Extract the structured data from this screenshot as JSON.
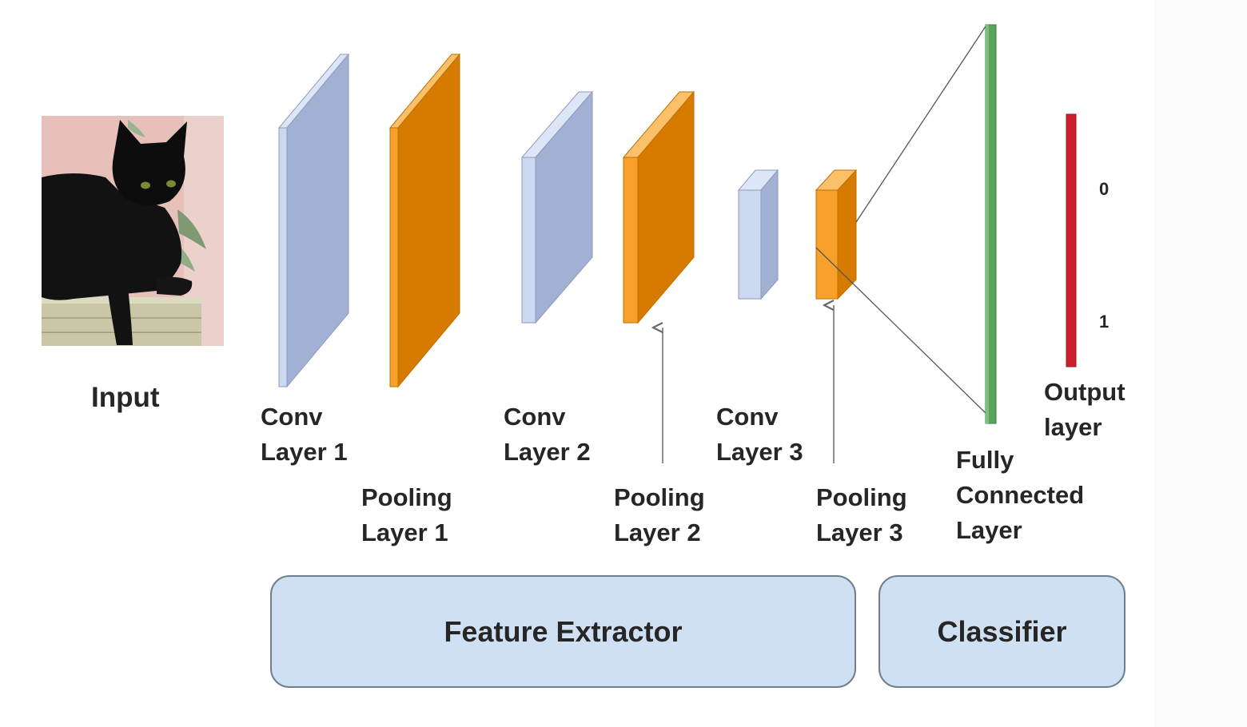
{
  "input": {
    "label": "Input"
  },
  "layers": {
    "conv1": {
      "line1": "Conv",
      "line2": "Layer 1"
    },
    "pool1": {
      "line1": "Pooling",
      "line2": "Layer 1"
    },
    "conv2": {
      "line1": "Conv",
      "line2": "Layer 2"
    },
    "pool2": {
      "line1": "Pooling",
      "line2": "Layer 2"
    },
    "conv3": {
      "line1": "Conv",
      "line2": "Layer 3"
    },
    "pool3": {
      "line1": "Pooling",
      "line2": "Layer 3"
    },
    "fc": {
      "line1": "Fully",
      "line2": "Connected",
      "line3": "Layer"
    },
    "output": {
      "line1": "Output",
      "line2": "layer"
    }
  },
  "output_ticks": {
    "top": "0",
    "bottom": "1"
  },
  "groups": {
    "feature_extractor": "Feature Extractor",
    "classifier": "Classifier"
  },
  "colors": {
    "conv_face": "#a2b1d3",
    "conv_front": "#cbd8f0",
    "pool_face": "#d67a00",
    "pool_front": "#f7a12a",
    "fc_bar": "#5aa35e",
    "output_bar": "#cc1f2c",
    "group_box": "#cfe0f2"
  }
}
